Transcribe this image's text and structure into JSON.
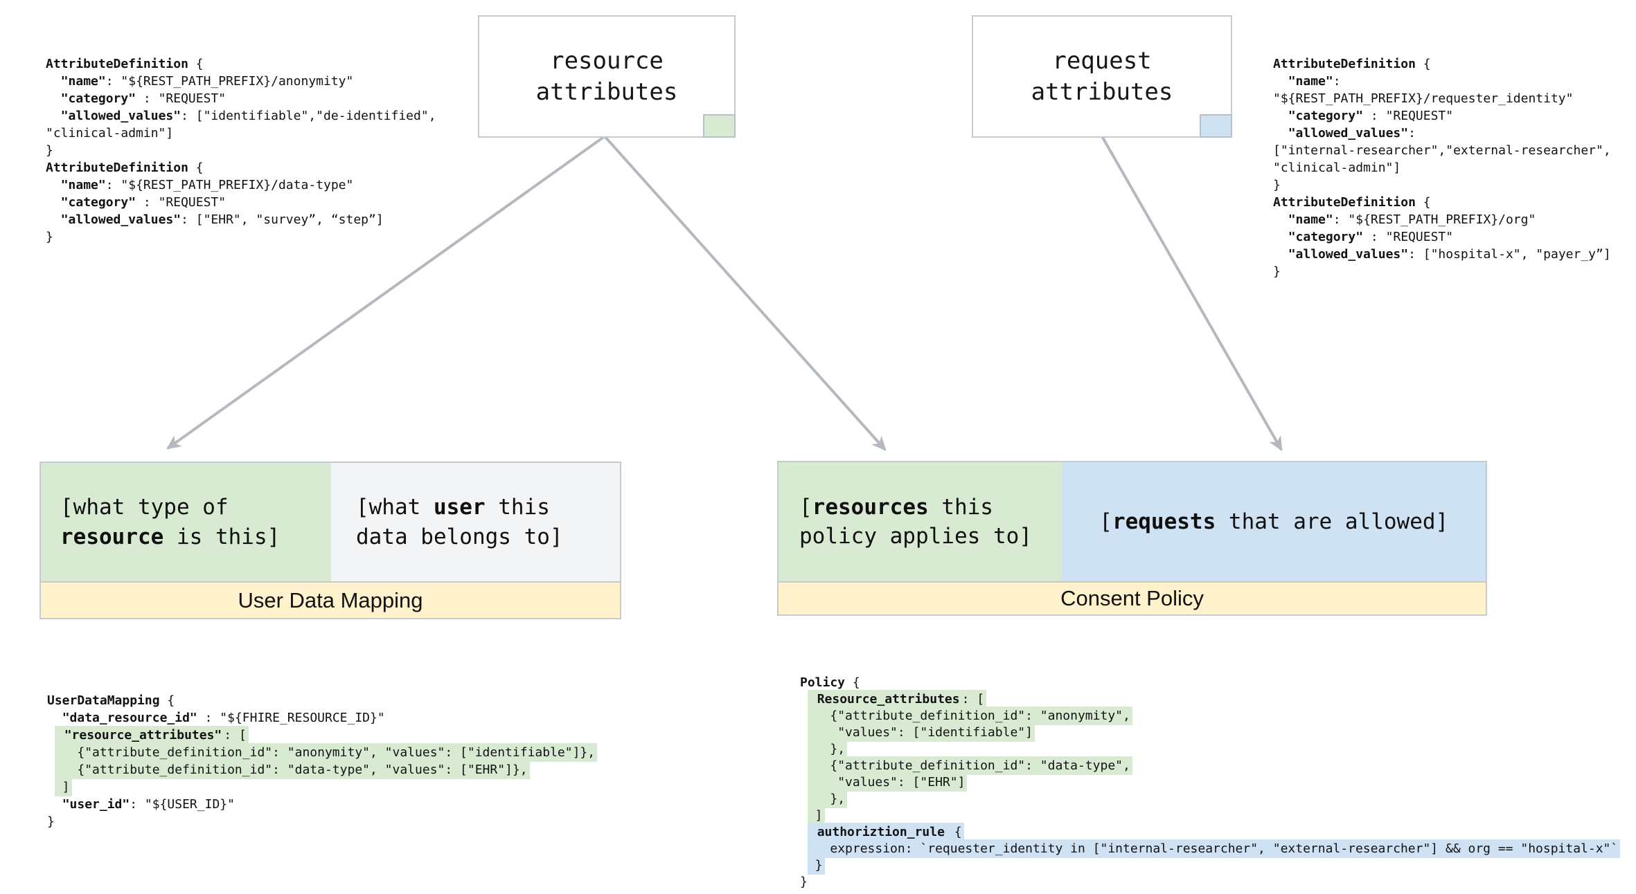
{
  "colors": {
    "green_fill": "#d9ead3",
    "blue_fill": "#cfe2f3",
    "yellow_bar": "#fff2cc",
    "gray_cell": "#f2f4f6",
    "border_gray": "#c6cad1",
    "arrow_gray": "#b4b9c0"
  },
  "boxes": {
    "resource": {
      "line1": "resource",
      "line2": "attributes"
    },
    "request": {
      "line1": "request",
      "line2": "attributes"
    }
  },
  "tables": {
    "user_data_mapping": {
      "title": "User Data Mapping",
      "resource_cell": [
        [
          {
            "t": "[what type of"
          }
        ],
        [
          {
            "t": "resource",
            "b": 1
          },
          {
            "t": " is this]"
          }
        ]
      ],
      "user_cell": [
        [
          {
            "t": "[what "
          },
          {
            "t": "user",
            "b": 1
          },
          {
            "t": " this"
          }
        ],
        [
          {
            "t": "data belongs to]"
          }
        ]
      ]
    },
    "consent_policy": {
      "title": "Consent Policy",
      "resources_cell": [
        [
          {
            "t": "["
          },
          {
            "t": "resources",
            "b": 1
          },
          {
            "t": " this"
          }
        ],
        [
          {
            "t": "policy applies to]"
          }
        ]
      ],
      "requests_cell": [
        [
          {
            "t": "["
          },
          {
            "t": "requests",
            "b": 1
          },
          {
            "t": " that are allowed]"
          }
        ]
      ]
    }
  },
  "code_blocks": {
    "attrdef_left": [
      [
        {
          "t": "AttributeDefinition",
          "b": 1
        },
        {
          "t": " {"
        }
      ],
      [
        {
          "t": "  "
        },
        {
          "t": "\"name\"",
          "b": 1
        },
        {
          "t": ": \"${REST_PATH_PREFIX}/anonymity\""
        }
      ],
      [
        {
          "t": "  "
        },
        {
          "t": "\"category\"",
          "b": 1
        },
        {
          "t": " : \"REQUEST\""
        }
      ],
      [
        {
          "t": "  "
        },
        {
          "t": "\"allowed_values\"",
          "b": 1
        },
        {
          "t": ": [\"identifiable\",\"de-identified\","
        }
      ],
      [
        {
          "t": "\"clinical-admin\"]"
        }
      ],
      [
        {
          "t": "}"
        }
      ],
      [
        {
          "t": "AttributeDefinition",
          "b": 1
        },
        {
          "t": " {"
        }
      ],
      [
        {
          "t": "  "
        },
        {
          "t": "\"name\"",
          "b": 1
        },
        {
          "t": ": \"${REST_PATH_PREFIX}/data-type\""
        }
      ],
      [
        {
          "t": "  "
        },
        {
          "t": "\"category\"",
          "b": 1
        },
        {
          "t": " : \"REQUEST\""
        }
      ],
      [
        {
          "t": "  "
        },
        {
          "t": "\"allowed_values\"",
          "b": 1
        },
        {
          "t": ": [\"EHR\", \"survey”, “step”]"
        }
      ],
      [
        {
          "t": "}"
        }
      ]
    ],
    "attrdef_right": [
      [
        {
          "t": "AttributeDefinition",
          "b": 1
        },
        {
          "t": " {"
        }
      ],
      [
        {
          "t": "  "
        },
        {
          "t": "\"name\"",
          "b": 1
        },
        {
          "t": ":"
        }
      ],
      [
        {
          "t": "\"${REST_PATH_PREFIX}/requester_identity\""
        }
      ],
      [
        {
          "t": "  "
        },
        {
          "t": "\"category\"",
          "b": 1
        },
        {
          "t": " : \"REQUEST\""
        }
      ],
      [
        {
          "t": "  "
        },
        {
          "t": "\"allowed_values\"",
          "b": 1
        },
        {
          "t": ":"
        }
      ],
      [
        {
          "t": "[\"internal-researcher\",\"external-researcher\","
        }
      ],
      [
        {
          "t": "\"clinical-admin\"]"
        }
      ],
      [
        {
          "t": "}"
        }
      ],
      [
        {
          "t": "AttributeDefinition",
          "b": 1
        },
        {
          "t": " {"
        }
      ],
      [
        {
          "t": "  "
        },
        {
          "t": "\"name\"",
          "b": 1
        },
        {
          "t": ": \"${REST_PATH_PREFIX}/org\""
        }
      ],
      [
        {
          "t": "  "
        },
        {
          "t": "\"category\"",
          "b": 1
        },
        {
          "t": " : \"REQUEST\""
        }
      ],
      [
        {
          "t": "  "
        },
        {
          "t": "\"allowed_values\"",
          "b": 1
        },
        {
          "t": ": [\"hospital-x\", \"payer_y”]"
        }
      ],
      [
        {
          "t": "}"
        }
      ]
    ],
    "user_data_mapping": [
      [
        {
          "t": "UserDataMapping",
          "b": 1
        },
        {
          "t": " {"
        }
      ],
      [
        {
          "t": "  "
        },
        {
          "t": "\"data_resource_id\"",
          "b": 1
        },
        {
          "t": " : \"${FHIRE_RESOURCE_ID}\""
        }
      ],
      [
        {
          "t": " "
        },
        {
          "t": " ",
          "h": "g"
        },
        {
          "t": "\"resource_attributes\"",
          "b": 1,
          "h": "g"
        },
        {
          "t": ": [",
          "h": "g"
        }
      ],
      [
        {
          "t": " "
        },
        {
          "t": "   {\"attribute_definition_id\": \"anonymity\", \"values\": [\"identifiable\"]},",
          "h": "g"
        }
      ],
      [
        {
          "t": " "
        },
        {
          "t": "   {\"attribute_definition_id\": \"data-type\", \"values\": [\"EHR\"]},",
          "h": "g"
        }
      ],
      [
        {
          "t": " "
        },
        {
          "t": " ]",
          "h": "g"
        }
      ],
      [
        {
          "t": "  "
        },
        {
          "t": "\"user_id\"",
          "b": 1
        },
        {
          "t": ": \"${USER_ID}\""
        }
      ],
      [
        {
          "t": "}"
        }
      ]
    ],
    "policy": [
      [
        {
          "t": "Policy",
          "b": 1
        },
        {
          "t": " {"
        }
      ],
      [
        {
          "t": " "
        },
        {
          "t": " ",
          "h": "g"
        },
        {
          "t": "Resource_attributes",
          "b": 1,
          "h": "g"
        },
        {
          "t": ": [",
          "h": "g"
        }
      ],
      [
        {
          "t": " "
        },
        {
          "t": "   {\"attribute_definition_id\": \"anonymity\",",
          "h": "g"
        }
      ],
      [
        {
          "t": " "
        },
        {
          "t": "    \"values\": [\"identifiable\"]",
          "h": "g"
        }
      ],
      [
        {
          "t": " "
        },
        {
          "t": "   },",
          "h": "g"
        }
      ],
      [
        {
          "t": " "
        },
        {
          "t": "   {\"attribute_definition_id\": \"data-type\",",
          "h": "g"
        }
      ],
      [
        {
          "t": " "
        },
        {
          "t": "    \"values\": [\"EHR\"]",
          "h": "g"
        }
      ],
      [
        {
          "t": " "
        },
        {
          "t": "   },",
          "h": "g"
        }
      ],
      [
        {
          "t": " "
        },
        {
          "t": " ]",
          "h": "g"
        }
      ],
      [
        {
          "t": " "
        },
        {
          "t": " ",
          "h": "b"
        },
        {
          "t": "authoriztion_rule",
          "b": 1,
          "h": "b"
        },
        {
          "t": " {",
          "h": "b"
        }
      ],
      [
        {
          "t": " "
        },
        {
          "t": "   expression: `requester_identity in [\"internal-researcher\", \"external-researcher\"] && org == \"hospital-x\"`",
          "h": "b"
        }
      ],
      [
        {
          "t": " "
        },
        {
          "t": " }",
          "h": "b"
        }
      ],
      [
        {
          "t": "}"
        }
      ]
    ]
  }
}
